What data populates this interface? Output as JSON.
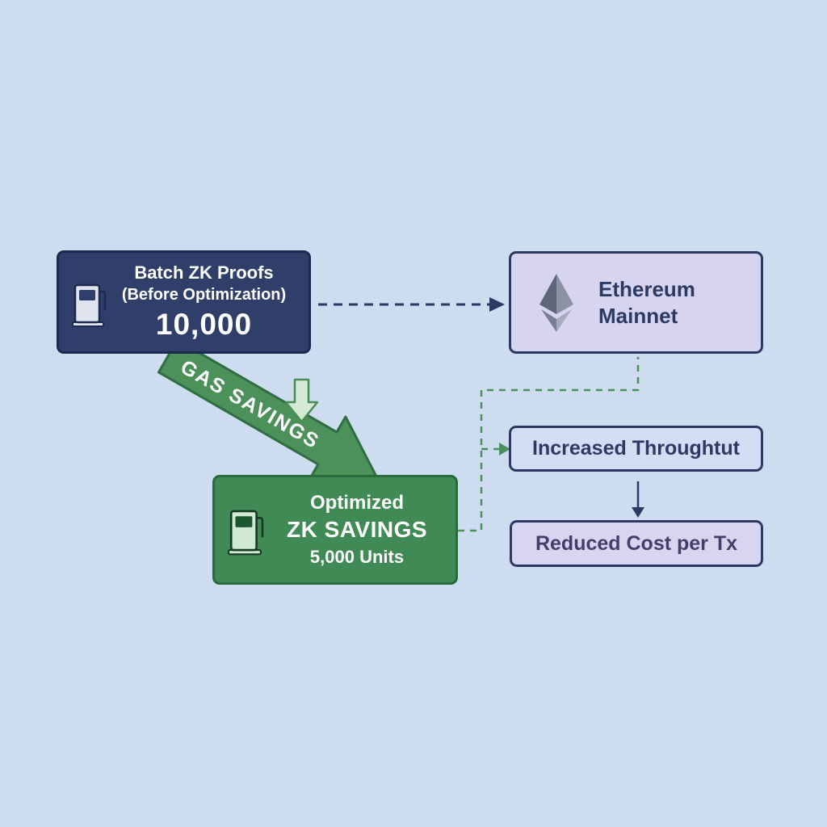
{
  "diagram": {
    "background_color": "#cddcef",
    "batch_box": {
      "title": "Batch ZK Proofs",
      "subtitle": "(Before Optimization)",
      "value": "10,000",
      "fill_color": "#2f3f6a",
      "border_color": "#1d2950",
      "text_color": "#ffffff",
      "icon": "gas-pump-icon"
    },
    "ethereum_box": {
      "title_line1": "Ethereum",
      "title_line2": "Mainnet",
      "fill_color": "#d7d4f0",
      "border_color": "#2c3a63",
      "text_color": "#2b3a63",
      "icon": "ethereum-icon"
    },
    "gas_savings_arrow": {
      "label": "GAS SAVINGS",
      "fill_color": "#4b9159",
      "border_color": "#2f6d42",
      "text_color": "#ffffff"
    },
    "down_arrow_icon": {
      "fill_color": "#d7ead5",
      "border_color": "#4a8d58"
    },
    "optimized_box": {
      "title": "Optimized",
      "subtitle": "ZK SAVINGS",
      "value": "5,000 Units",
      "fill_color": "#3f8a55",
      "border_color": "#2a6b3e",
      "text_color": "#ffffff",
      "icon": "gas-pump-icon"
    },
    "throughput_box": {
      "label": "Increased Throughtut",
      "fill_color": "#d3ddf3",
      "border_color": "#2c3a63",
      "text_color": "#2d3a64"
    },
    "cost_box": {
      "label": "Reduced Cost per Tx",
      "fill_color": "#d8d5f1",
      "border_color": "#2c3a63",
      "text_color": "#453e6b"
    },
    "connector_colors": {
      "navy_dashed": "#2c3a63",
      "green_dashed": "#4d8f5e"
    }
  }
}
